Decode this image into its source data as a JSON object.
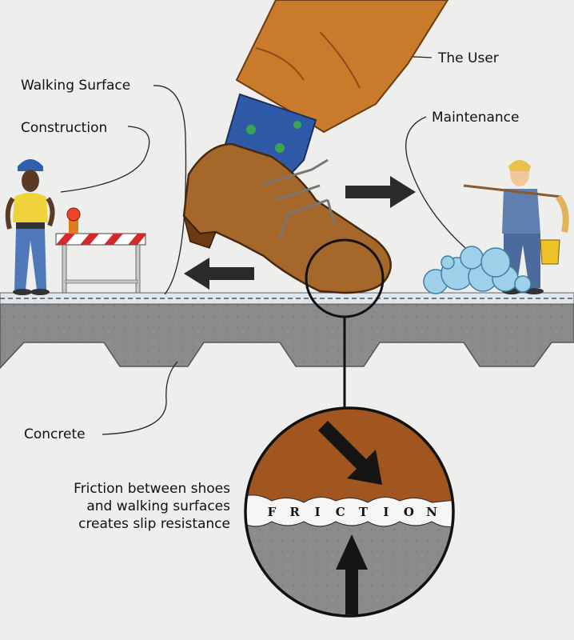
{
  "labels": {
    "user": "The User",
    "walking_surface": "Walking Surface",
    "construction": "Construction",
    "maintenance": "Maintenance",
    "concrete": "Concrete"
  },
  "caption": {
    "line1": "Friction between shoes",
    "line2": "and walking surfaces",
    "line3": "creates slip resistance"
  },
  "friction_word": "FRICTION",
  "colors": {
    "background": "#eeeeed",
    "concrete": "#8b8b8b",
    "shoe": "#a6672a",
    "pants": "#c97a2a",
    "sock": "#2f5aa8",
    "bubbles": "#9fd0ea",
    "arrow": "#2a2a2a"
  }
}
